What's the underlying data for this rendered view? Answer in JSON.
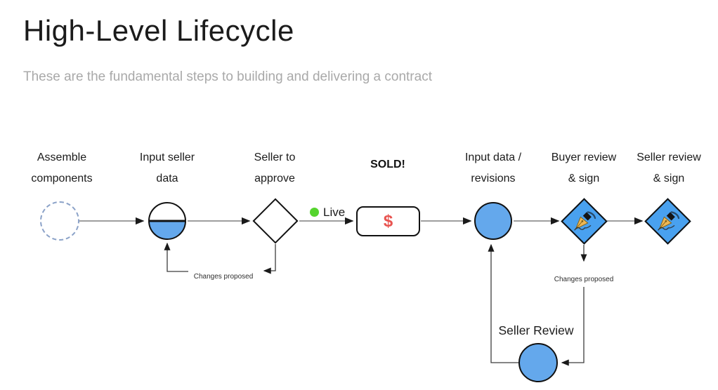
{
  "header": {
    "title": "High-Level Lifecycle",
    "subtitle": "These are the fundamental steps to building and delivering a contract"
  },
  "flow": {
    "steps": [
      {
        "id": "assemble-components",
        "line1": "Assemble",
        "line2": "components",
        "shape": "dashed-circle"
      },
      {
        "id": "input-seller-data",
        "line1": "Input seller",
        "line2": "data",
        "shape": "half-filled-circle"
      },
      {
        "id": "seller-to-approve",
        "line1": "Seller to",
        "line2": "approve",
        "shape": "white-diamond"
      },
      {
        "id": "sold",
        "line1": "SOLD!",
        "symbol": "$",
        "shape": "rounded-rect"
      },
      {
        "id": "input-data-revisions",
        "line1": "Input data /",
        "line2": "revisions",
        "shape": "blue-circle"
      },
      {
        "id": "buyer-review-sign",
        "line1": "Buyer review",
        "line2": "& sign",
        "shape": "pen-diamond"
      },
      {
        "id": "seller-review-sign",
        "line1": "Seller review",
        "line2": "& sign",
        "shape": "pen-diamond"
      }
    ],
    "live": {
      "label": "Live",
      "dot_color": "#55d42e"
    },
    "feedback": {
      "changes_proposed_1": "Changes proposed",
      "changes_proposed_2": "Changes proposed",
      "seller_review": "Seller Review"
    }
  },
  "colors": {
    "node_blue": "#64a8ec",
    "diamond_blue": "#49a1ef",
    "dashed_circle_blue": "#8ba2c8",
    "dollar_red": "#e85450",
    "live_green": "#55d42e",
    "shape_stroke": "#111111",
    "connector_gray": "#7f7f7f",
    "feedback_line": "#3d3d3d",
    "title_text": "#1b1b1b",
    "subtitle_text": "#a9a9a9"
  }
}
